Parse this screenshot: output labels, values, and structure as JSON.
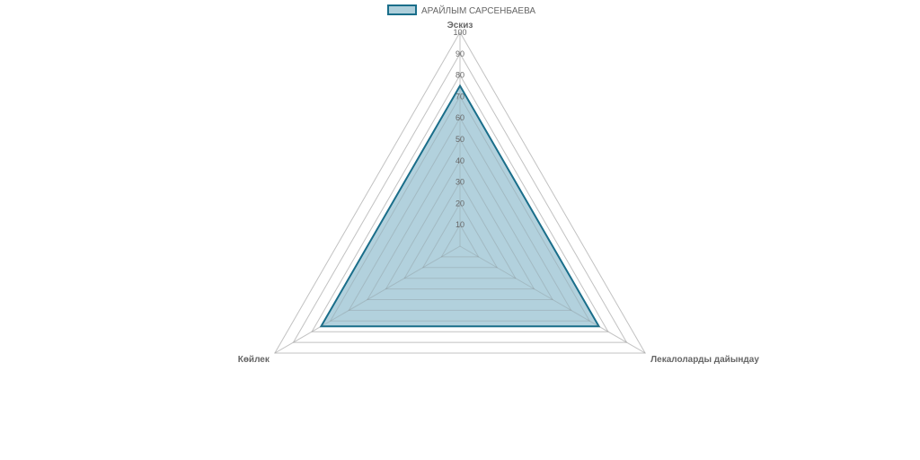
{
  "chart_data": {
    "type": "radar",
    "categories": [
      "Эскиз",
      "Лекалоларды дайындау",
      "Көйлек"
    ],
    "series": [
      {
        "name": "АРАЙЛЫМ САРСЕНБАЕВА",
        "values": [
          75,
          75,
          75
        ],
        "fill": "#aecfdb",
        "stroke": "#1a6e8a"
      }
    ],
    "r_range": [
      0,
      100
    ],
    "ticks": [
      "10",
      "20",
      "30",
      "40",
      "50",
      "60",
      "70",
      "80",
      "90",
      "100"
    ],
    "grid": true,
    "legend_position": "top"
  }
}
